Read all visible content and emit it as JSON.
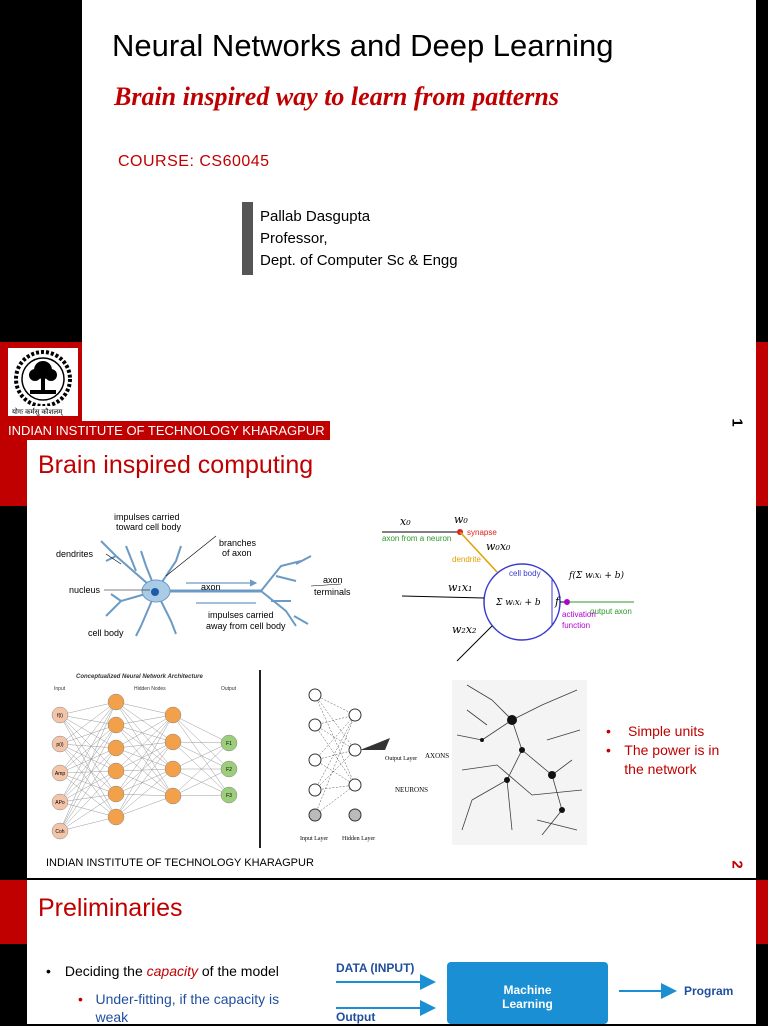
{
  "slide1": {
    "title": "Neural Networks and Deep Learning",
    "subtitle": "Brain inspired way to learn from patterns",
    "course": "COURSE:  CS60045",
    "professor": [
      "Pallab Dasgupta",
      "Professor,",
      "Dept. of Computer Sc & Engg"
    ],
    "institute": "INDIAN INSTITUTE OF TECHNOLOGY KHARAGPUR",
    "page": "1",
    "logo_text": "योगः कर्मसु कौशलम्"
  },
  "slide2": {
    "title": "Brain inspired computing",
    "neuron_labels": {
      "impulses_toward": "impulses carried\ntoward cell body",
      "branches": "branches\nof axon",
      "dendrites": "dendrites",
      "nucleus": "nucleus",
      "axon": "axon",
      "axon_terminals": "axon\nterminals",
      "impulses_away": "impulses carried\naway from cell body",
      "cell_body": "cell body"
    },
    "model_labels": {
      "x0": "x₀",
      "w0": "w₀",
      "synapse": "synapse",
      "axon_from": "axon from a neuron",
      "w0x0": "w₀x₀",
      "dendrite": "dendrite",
      "cell_body": "cell body",
      "w1x1": "w₁x₁",
      "sum": "Σ wᵢxᵢ + b",
      "f": "f",
      "fout": "f(Σ wᵢxᵢ + b)",
      "output_axon": "output axon",
      "activation": "activation\nfunction",
      "w2x2": "w₂x₂"
    },
    "ann_title": "Conceptualized Neural Network Architecture",
    "ann_headers": [
      "Input",
      "Hidden Nodes",
      "Output"
    ],
    "ann_inputs": [
      "f(i)",
      "p(i)",
      "Amp",
      "APo",
      "Coh"
    ],
    "ann_outputs": [
      "F1",
      "F2",
      "F3"
    ],
    "layer_labels": [
      "Input Layer",
      "Hidden Layer",
      "Output Layer",
      "AXONS",
      "NEURONS"
    ],
    "bullets": [
      "Simple units",
      "The power is in the network"
    ],
    "institute": "INDIAN INSTITUTE OF TECHNOLOGY KHARAGPUR",
    "page": "2"
  },
  "slide3": {
    "title": "Preliminaries",
    "bullet_pre": "Deciding the ",
    "bullet_em": "capacity",
    "bullet_post": " of the model",
    "sub_bullet": "Under-fitting, if the capacity is weak",
    "diagram": {
      "data_input": "DATA (INPUT)",
      "output": "Output",
      "ml": "Machine Learning",
      "program": "Program"
    }
  },
  "colors": {
    "accent": "#c00000",
    "ml_box": "#1a8fd4",
    "label_blue": "#1f4e9e"
  }
}
